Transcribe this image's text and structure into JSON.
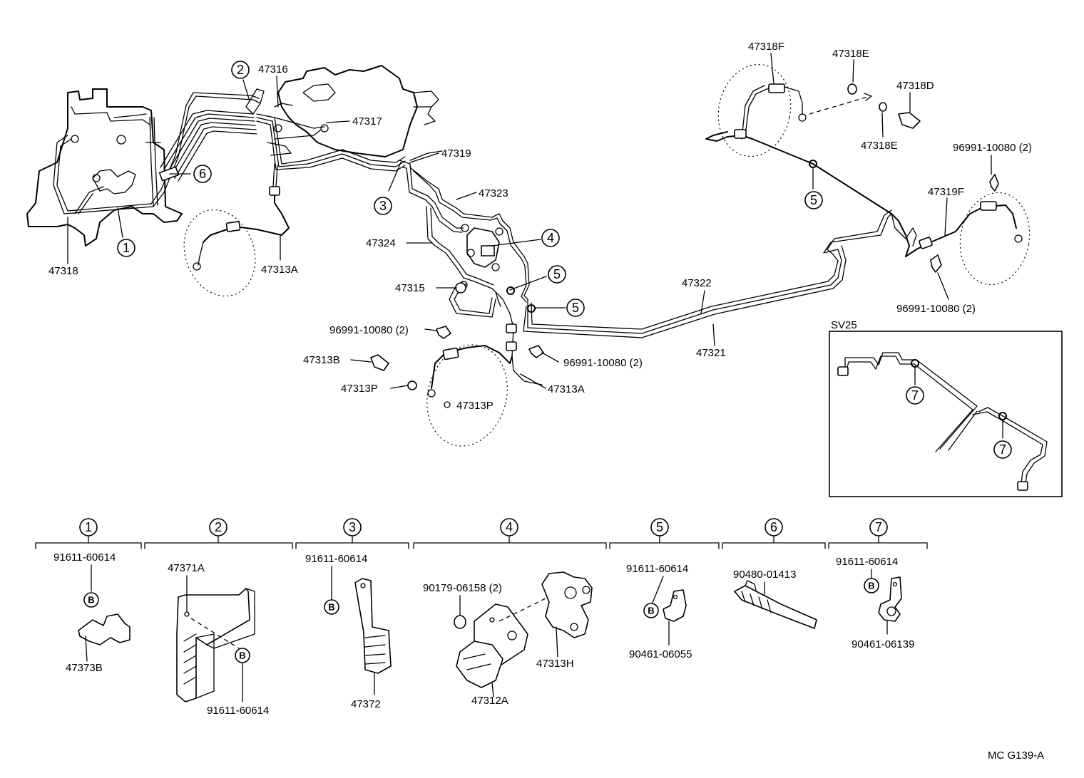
{
  "labels": {
    "p47318": "47318",
    "p47316": "47316",
    "p47317": "47317",
    "p47313A_left": "47313A",
    "p47319": "47319",
    "p47323": "47323",
    "p47324": "47324",
    "p47315": "47315",
    "p96991_a": "96991-10080 (2)",
    "p47313B": "47313B",
    "p47313P_a": "47313P",
    "p47313P_b": "47313P",
    "p96991_b": "96991-10080 (2)",
    "p47313A_mid": "47313A",
    "p47322": "47322",
    "p47321": "47321",
    "p47318F": "47318F",
    "p47318E_a": "47318E",
    "p47318E_b": "47318E",
    "p47318D": "47318D",
    "p96991_c": "96991-10080 (2)",
    "p47319F": "47319F",
    "p96991_d": "96991-10080 (2)",
    "sv25": "SV25"
  },
  "callouts": {
    "c1": "1",
    "c2": "2",
    "c3": "3",
    "c4": "4",
    "c5a": "5",
    "c5b": "5",
    "c5c": "5",
    "c6": "6",
    "c7a": "7",
    "c7b": "7"
  },
  "legend": [
    {
      "num": "1",
      "parts": [
        "91611-60614",
        "47373B"
      ],
      "bolt": "B"
    },
    {
      "num": "2",
      "parts": [
        "47371A",
        "91611-60614"
      ],
      "bolt": "B"
    },
    {
      "num": "3",
      "parts": [
        "91611-60614",
        "47372"
      ],
      "bolt": "B"
    },
    {
      "num": "4",
      "parts": [
        "90179-06158 (2)",
        "47313H",
        "47312A"
      ]
    },
    {
      "num": "5",
      "parts": [
        "91611-60614",
        "90461-06055"
      ],
      "bolt": "B"
    },
    {
      "num": "6",
      "parts": [
        "90480-01413"
      ]
    },
    {
      "num": "7",
      "parts": [
        "91611-60614",
        "90461-06139"
      ],
      "bolt": "B"
    }
  ],
  "code": "MC G139-A"
}
